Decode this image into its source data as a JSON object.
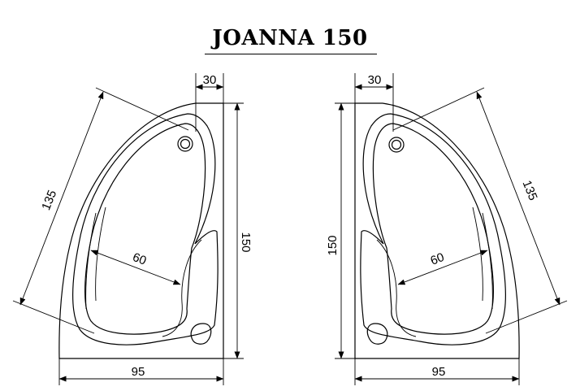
{
  "title": "JOANNA 150",
  "left_bath": {
    "dim_top": "30",
    "dim_diagonal": "135",
    "dim_inner": "60",
    "dim_height": "150",
    "dim_width": "95"
  },
  "right_bath": {
    "dim_top": "30",
    "dim_diagonal": "135",
    "dim_inner": "60",
    "dim_height": "150",
    "dim_width": "95"
  }
}
